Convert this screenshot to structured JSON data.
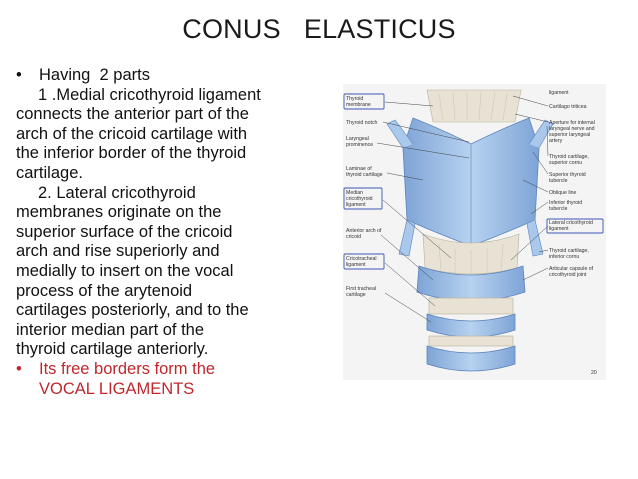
{
  "slide": {
    "title": "CONUS   ELASTICUS",
    "bullet1": "Having  2 parts",
    "part1_first": "1 .Medial cricothyroid ligament",
    "part1_rest": [
      "connects the anterior part of the",
      "arch of the cricoid cartilage with",
      "the inferior border of the thyroid",
      "cartilage."
    ],
    "part2_first": "2. Lateral cricothyroid",
    "part2_rest": [
      "membranes originate on the",
      "superior surface of the cricoid",
      "arch and rise superiorly and",
      "medially to insert on the vocal",
      "process of the arytenoid",
      "cartilages posteriorly, and to the",
      "interior median part of the",
      "thyroid cartilage anteriorly."
    ],
    "bullet2_lines": [
      "Its free borders form the",
      "VOCAL LIGAMENTS"
    ],
    "bullet_glyph": "•",
    "accent_color": "#c0272d"
  },
  "figure": {
    "left_labels": [
      "Thyroid",
      "membrane",
      "Thyroid notch",
      "Laryngeal",
      "prominence",
      "Laminae of",
      "thyroid cartilage",
      "Median",
      "cricothyroid",
      "ligament",
      "Anterior arch of",
      "cricoid",
      "Cricotracheal",
      "ligament",
      "First tracheal",
      "cartilage"
    ],
    "right_labels": [
      "ligament",
      "Cartilago triticea",
      "Aperture for internal",
      "laryngeal nerve and",
      "superior laryngeal",
      "artery",
      "Thyroid cartilage,",
      "superior cornu",
      "Superior thyroid",
      "tubercle",
      "Oblique line",
      "Inferior thyroid",
      "tubercle",
      "Lateral cricothyroid",
      "ligament",
      "Thyroid cartilage,",
      "inferior cornu",
      "Articular capsule of",
      "cricothyroid joint"
    ],
    "page_number": "20",
    "colors": {
      "cartilage": "#a9c8ec",
      "cartilage_dark": "#6f97cc",
      "ligament": "#e7e2d4",
      "box": "#3a58b0"
    }
  }
}
